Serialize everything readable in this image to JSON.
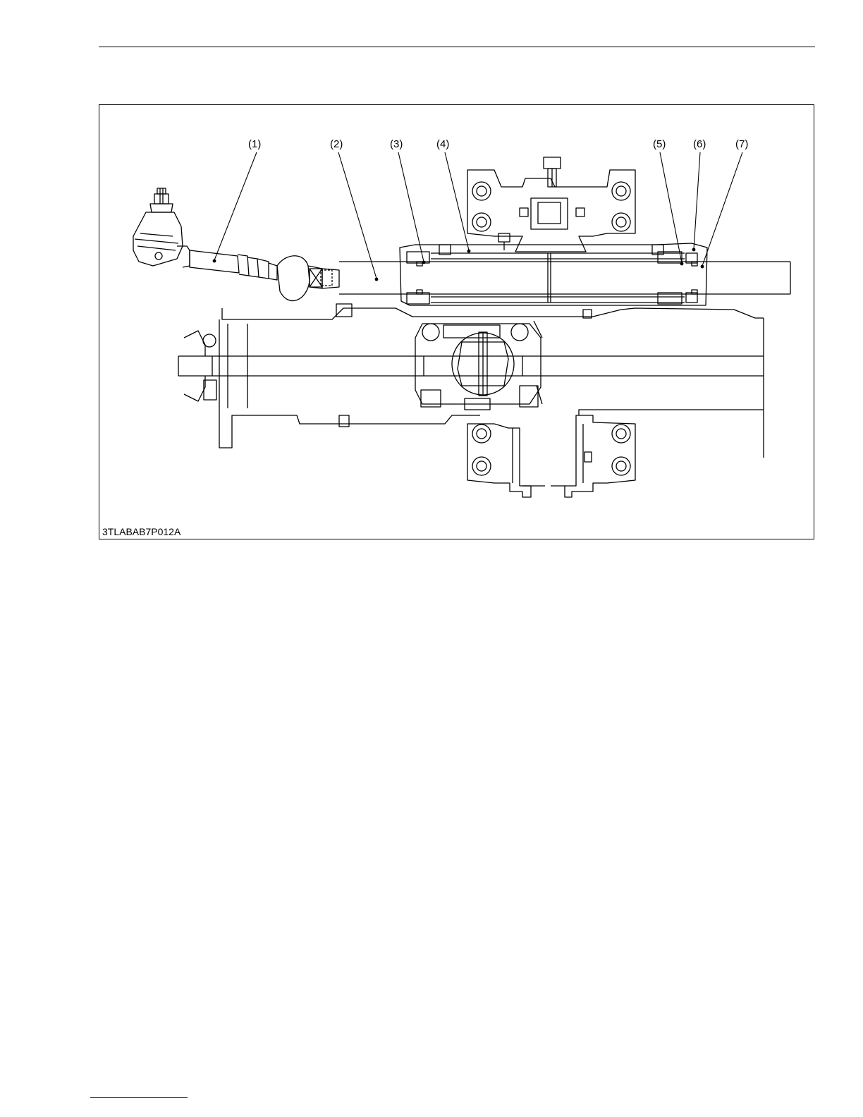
{
  "figure": {
    "code": "3TLABAB7P012A",
    "callouts": [
      "(1)",
      "(2)",
      "(3)",
      "(4)",
      "(5)",
      "(6)",
      "(7)"
    ]
  },
  "colors": {
    "line": "#000000",
    "footer_link": "#1a35d8"
  }
}
